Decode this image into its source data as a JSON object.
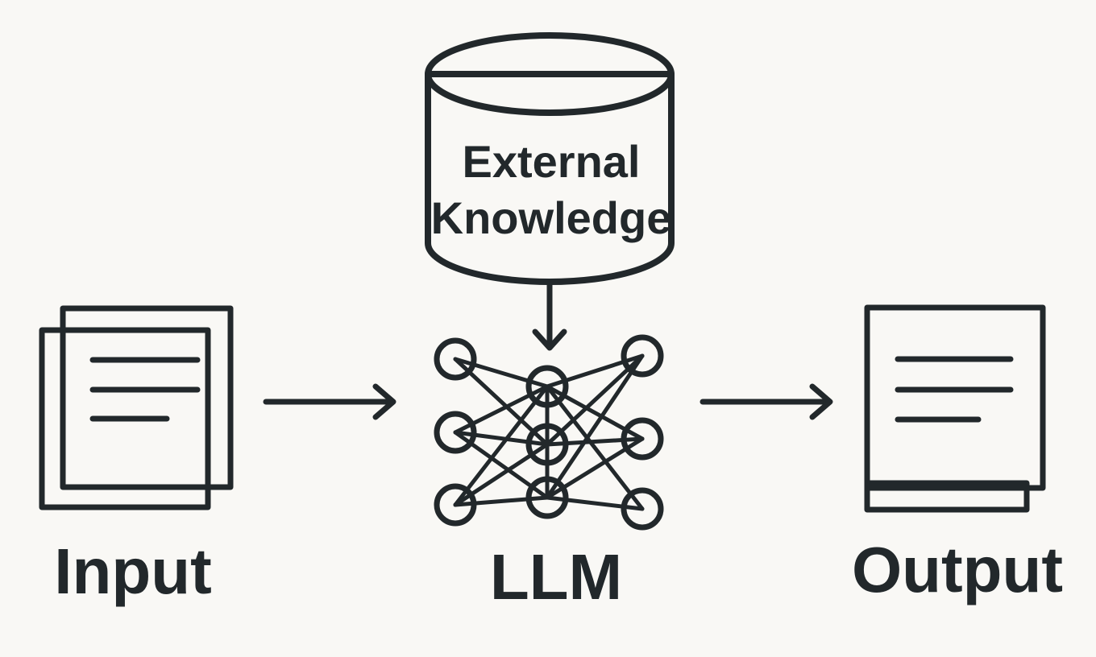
{
  "labels": {
    "external_line1": "External",
    "external_line2": "Knowledge",
    "input": "Input",
    "llm": "LLM",
    "output": "Output"
  },
  "colors": {
    "background": "#f9f8f5",
    "ink": "#22282b",
    "fill": "#ffffff"
  },
  "icons": {
    "database": "database-cylinder-icon",
    "input_document": "stacked-documents-icon",
    "llm": "neural-network-icon",
    "output_document": "document-icon"
  }
}
